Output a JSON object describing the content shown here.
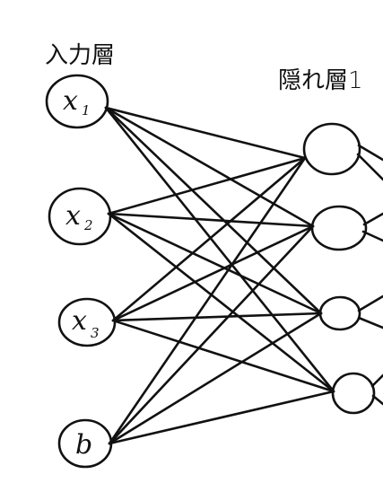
{
  "layers": {
    "input_title": "入力層",
    "hidden_title": "隠れ層1"
  },
  "input_nodes": [
    {
      "base": "x",
      "sub": "1"
    },
    {
      "base": "x",
      "sub": "2"
    },
    {
      "base": "x",
      "sub": "3"
    },
    {
      "base": "b",
      "sub": ""
    }
  ],
  "hidden_nodes": [
    {
      "id": "h1"
    },
    {
      "id": "h2"
    },
    {
      "id": "h3"
    },
    {
      "id": "h4"
    }
  ]
}
